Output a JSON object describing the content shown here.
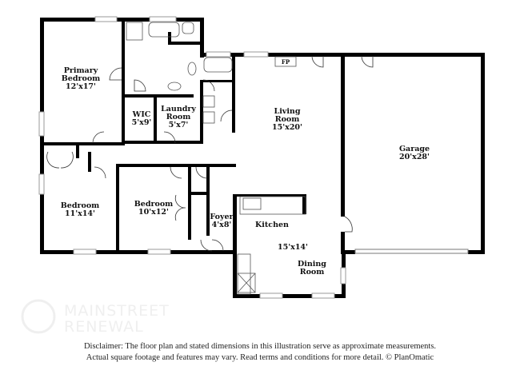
{
  "rooms": {
    "primary_bedroom": {
      "name_line1": "Primary",
      "name_line2": "Bedroom",
      "dims": "12'x17'"
    },
    "wic": {
      "name": "WIC",
      "dims": "5'x9'"
    },
    "laundry": {
      "name_line1": "Laundry",
      "name_line2": "Room",
      "dims": "5'x7'"
    },
    "living_room": {
      "name_line1": "Living",
      "name_line2": "Room",
      "dims": "15'x20'"
    },
    "fireplace": {
      "name": "FP"
    },
    "garage": {
      "name": "Garage",
      "dims": "20'x28'"
    },
    "bedroom1": {
      "name": "Bedroom",
      "dims": "11'x14'"
    },
    "bedroom2": {
      "name": "Bedroom",
      "dims": "10'x12'"
    },
    "foyer": {
      "name": "Foyer",
      "dims": "4'x8'"
    },
    "kitchen": {
      "name": "Kitchen",
      "dims": "15'x14'"
    },
    "dining": {
      "name_line1": "Dining",
      "name_line2": "Room"
    }
  },
  "watermark": {
    "line1": "MAINSTREET",
    "line2": "RENEWAL"
  },
  "disclaimer": {
    "line1": "Disclaimer: The floor plan and stated dimensions in this illustration serve as approximate measurements.",
    "line2": "Actual square footage and features may vary. Read terms and conditions for more detail. © PlanOmatic"
  },
  "colors": {
    "wall": "#000000",
    "window": "#cccccc"
  }
}
